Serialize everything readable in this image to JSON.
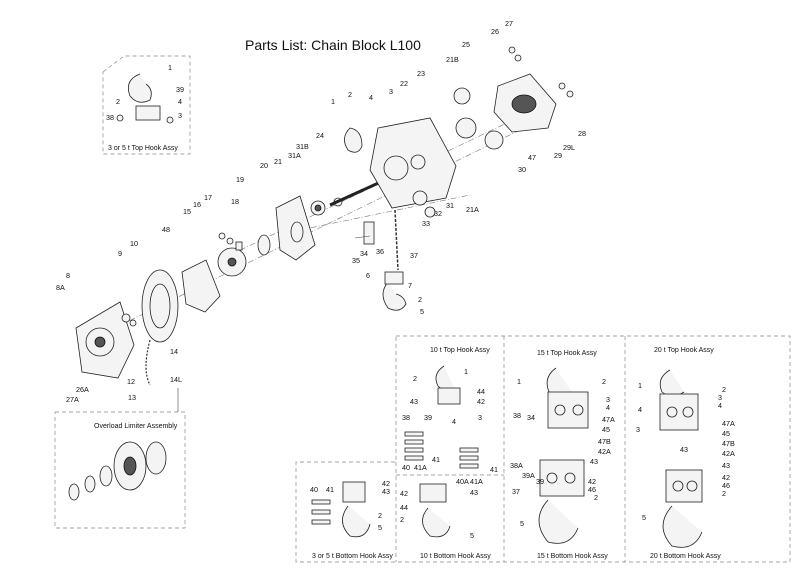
{
  "title": "Parts List: Chain Block L100",
  "captions": {
    "top_hook_3_5": "3 or 5 t Top Hook Assy",
    "overload_limiter": "Overload Limiter Assembly",
    "top_hook_10": "10 t Top Hook Assy",
    "top_hook_15": "15 t  Top Hook Assy",
    "top_hook_20": "20 t Top Hook Assy",
    "bottom_hook_3_5": "3 or 5 t Bottom Hook Assy",
    "bottom_hook_10": "10 t Bottom Hook Assy",
    "bottom_hook_15": "15 t Bottom Hook Assy",
    "bottom_hook_20": "20 t Bottom Hook Assy"
  },
  "labels": {
    "n27": "27",
    "n26": "26",
    "n25": "25",
    "n21B": "21B",
    "n23": "23",
    "n22": "22",
    "n3": "3",
    "n4": "4",
    "n2": "2",
    "n1": "1",
    "n24": "24",
    "n31B": "31B",
    "n31A": "31A",
    "n21": "21",
    "n20": "20",
    "n19": "19",
    "n18": "18",
    "n17": "17",
    "n16": "16",
    "n15": "15",
    "n48": "48",
    "n10": "10",
    "n9": "9",
    "n8": "8",
    "n8A": "8A",
    "n12": "12",
    "n13": "13",
    "n14": "14",
    "n26A": "26A",
    "n27A": "27A",
    "n14L": "14L",
    "n28": "28",
    "n29L": "29L",
    "n29": "29",
    "n47": "47",
    "n30": "30",
    "n31": "31",
    "n21A": "21A",
    "n32": "32",
    "n33": "33",
    "n36": "36",
    "n34": "34",
    "n35": "35",
    "n37": "37",
    "n6": "6",
    "n7": "7",
    "n5": "5",
    "n39": "39",
    "n38": "38",
    "h10_1": "1",
    "h10_2": "2",
    "h10_44": "44",
    "h10_43": "43",
    "h10_42": "42",
    "h10_38": "38",
    "h10_39": "39",
    "h10_4": "4",
    "h10_3": "3",
    "h10_41": "41",
    "h10_40": "40",
    "h10_41A": "41A",
    "b10_40A": "40A",
    "b10_41A": "41A",
    "b10_42": "42",
    "b10_43": "43",
    "b10_44": "44",
    "b10_2": "2",
    "b10_5": "5",
    "b10_41": "41",
    "b35_40": "40",
    "b35_41": "41",
    "b35_42": "42",
    "b35_43": "43",
    "b35_2": "2",
    "b35_5": "5",
    "h15_1": "1",
    "h15_2": "2",
    "h15_3": "3",
    "h15_4": "4",
    "h15_47A": "47A",
    "h15_45": "45",
    "h15_47B": "47B",
    "h15_42A": "42A",
    "h15_38": "38",
    "h15_34": "34",
    "h15_38A": "38A",
    "h15_39A": "39A",
    "h15_37": "37",
    "h15_39": "39",
    "h15_43": "43",
    "h15_42": "42",
    "h15_46": "46",
    "h15_2b": "2",
    "h15_5": "5",
    "h20_1": "1",
    "h20_2": "2",
    "h20_3": "3",
    "h20_4": "4",
    "h20_4b": "4",
    "h20_3b": "3",
    "h20_47A": "47A",
    "h20_45": "45",
    "h20_47B": "47B",
    "h20_42A": "42A",
    "h20_43": "43",
    "h20_43b": "43",
    "h20_42": "42",
    "h20_46": "46",
    "h20_2b": "2",
    "h20_5": "5"
  }
}
